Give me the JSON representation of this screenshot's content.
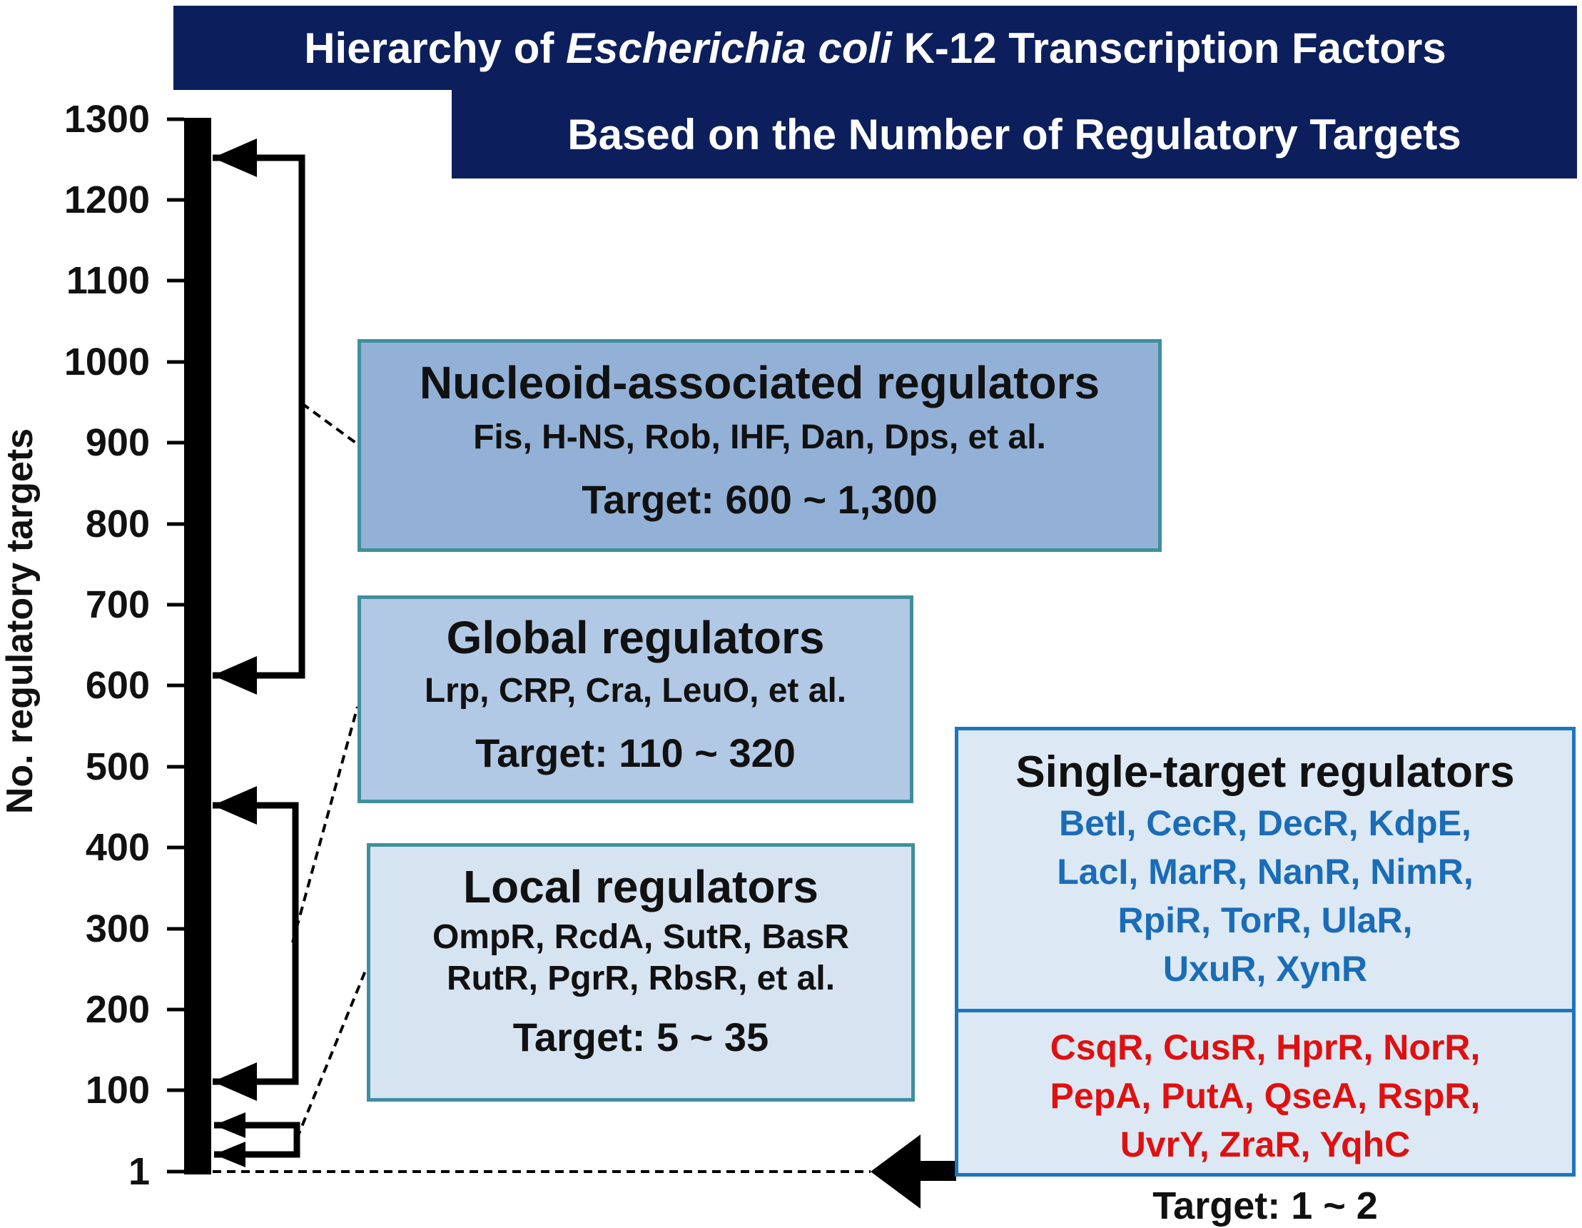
{
  "title": {
    "line1_pre": "Hierarchy of ",
    "line1_italic": "Escherichia coli",
    "line1_post": " K-12 Transcription Factors",
    "line2": "Based on the Number of Regulatory Targets"
  },
  "axis": {
    "label": "No. regulatory targets",
    "ticks": [
      "1300",
      "1200",
      "1100",
      "1000",
      "900",
      "800",
      "700",
      "600",
      "500",
      "400",
      "300",
      "200",
      "100",
      "1"
    ]
  },
  "nucleoid": {
    "title": "Nucleoid-associated regulators",
    "members": "Fis, H-NS, Rob, IHF, Dan, Dps, et al.",
    "target": "Target: 600 ~ 1,300"
  },
  "global": {
    "title": "Global regulators",
    "members": "Lrp, CRP, Cra, LeuO, et al.",
    "target": "Target: 110 ~ 320"
  },
  "local": {
    "title": "Local regulators",
    "members_line1": "OmpR, RcdA, SutR, BasR",
    "members_line2": "RutR, PgrR, RbsR, et al.",
    "target": "Target: 5 ~ 35"
  },
  "single": {
    "title": "Single-target regulators",
    "blue_lines": [
      "BetI, CecR, DecR, KdpE,",
      "LacI, MarR, NanR, NimR,",
      "RpiR, TorR, UlaR,",
      "UxuR, XynR"
    ],
    "red_lines": [
      "CsqR, CusR, HprR, NorR,",
      "PepA, PutA, QseA, RspR,",
      "UvrY, ZraR, YqhC"
    ],
    "target": "Target: 1 ~ 2"
  },
  "colors": {
    "banner": "#0c1f5c",
    "nucleoid_box": "#93b1d7",
    "global_box": "#b2c9e5",
    "local_box": "#d6e3f1",
    "single_box": "#dce9f4",
    "blue_text": "#1a6cb8",
    "red_text": "#e01010"
  }
}
